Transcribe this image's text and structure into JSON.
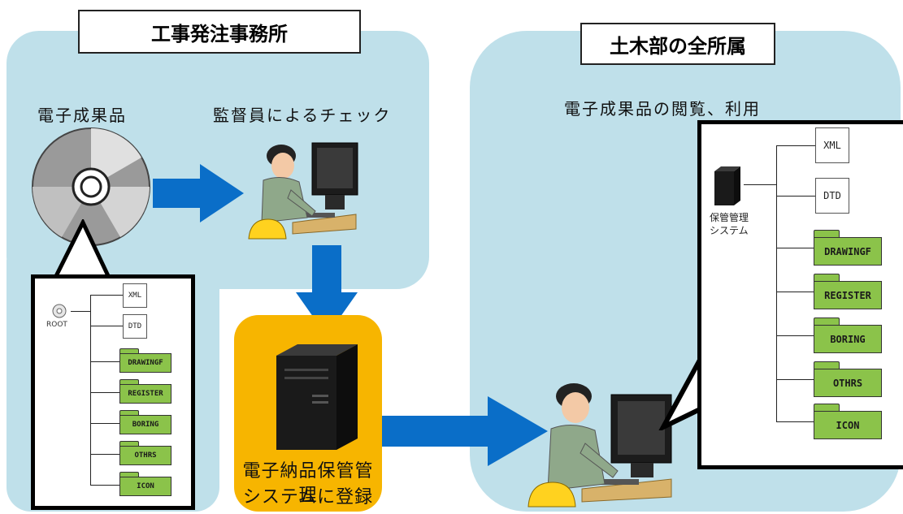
{
  "office": {
    "title": "工事発注事務所",
    "product_label": "電子成果品",
    "check_label": "監督員によるチェック"
  },
  "civil": {
    "title": "土木部の全所属",
    "view_label": "電子成果品の閲覧、利用"
  },
  "registration": {
    "line1": "電子納品保管管理",
    "line2": "システムに登録"
  },
  "tree_left": {
    "root": "ROOT",
    "files": [
      "XML",
      "DTD"
    ],
    "folders": [
      "DRAWINGF",
      "REGISTER",
      "BORING",
      "OTHRS",
      "ICON"
    ]
  },
  "tree_right": {
    "root_line1": "保管管理",
    "root_line2": "システム",
    "files": [
      "XML",
      "DTD"
    ],
    "folders": [
      "DRAWINGF",
      "REGISTER",
      "BORING",
      "OTHRS",
      "ICON"
    ]
  },
  "colors": {
    "panel": "#bfe0ea",
    "registration_box": "#f7b500",
    "arrow": "#0a6ec8",
    "folder": "#8bc34a"
  }
}
